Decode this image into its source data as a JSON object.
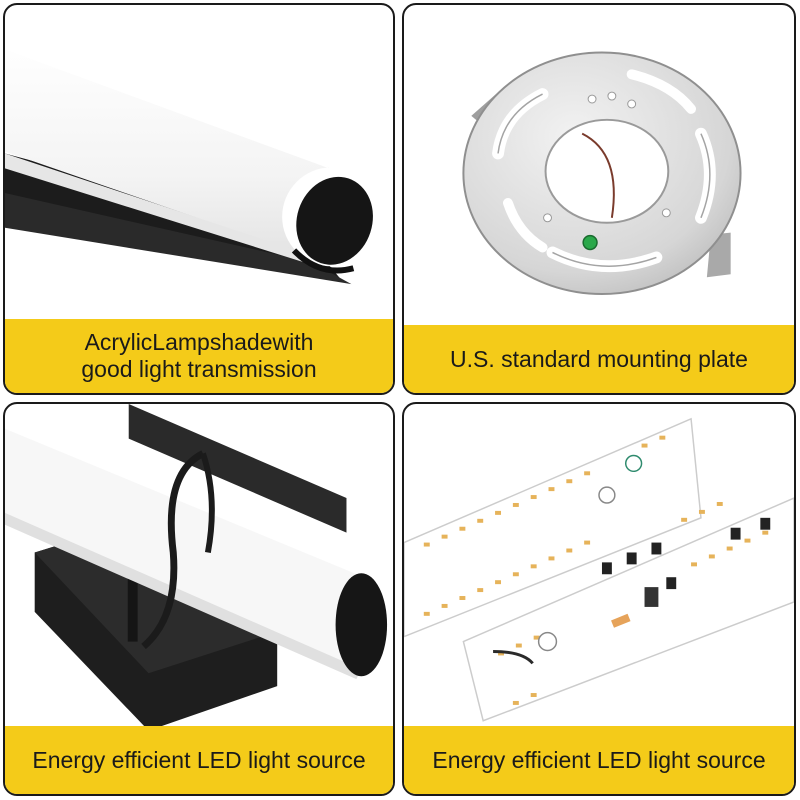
{
  "panels": [
    {
      "caption_lines": [
        "AcrylicLampshadewith",
        "good light transmission"
      ],
      "subject": "acrylic-lampshade"
    },
    {
      "caption_lines": [
        "U.S. standard mounting plate"
      ],
      "subject": "mounting-plate"
    },
    {
      "caption_lines": [
        "Energy efficient LED light source"
      ],
      "subject": "wall-mount-fixture"
    },
    {
      "caption_lines": [
        "Energy efficient LED light source"
      ],
      "subject": "led-driver-boards"
    }
  ],
  "colors": {
    "caption_bg": "#f4cb19",
    "border": "#1a1a1a"
  }
}
